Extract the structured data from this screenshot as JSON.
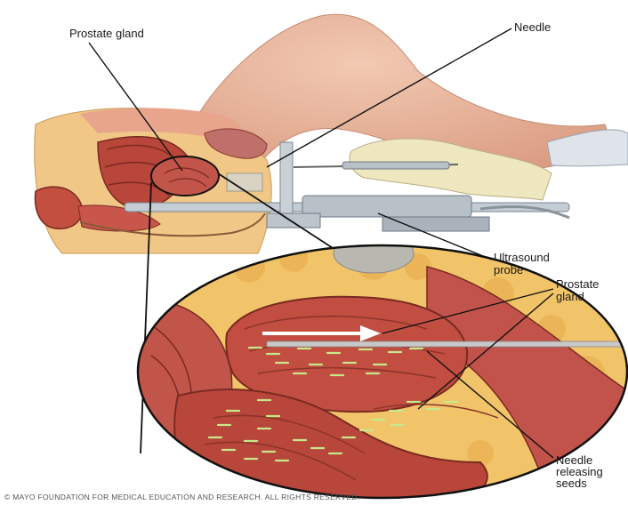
{
  "labels": {
    "prostate_top": "Prostate gland",
    "needle": "Needle",
    "ultrasound_1": "Ultrasound",
    "ultrasound_2": "probe",
    "prostate_inset_1": "Prostate",
    "prostate_inset_2": "gland",
    "needle_seeds_1": "Needle",
    "needle_seeds_2": "releasing",
    "needle_seeds_3": "seeds"
  },
  "copyright": "© MAYO FOUNDATION FOR MEDICAL EDUCATION AND RESEARCH. ALL RIGHTS RESERVED.",
  "colors": {
    "skin": "#e8b49a",
    "tissue_red": "#b8463a",
    "fat_yellow": "#f2c46a",
    "seed_green": "#c8e88a",
    "glove": "#efe7c0",
    "probe_gray": "#b8c0c8"
  }
}
